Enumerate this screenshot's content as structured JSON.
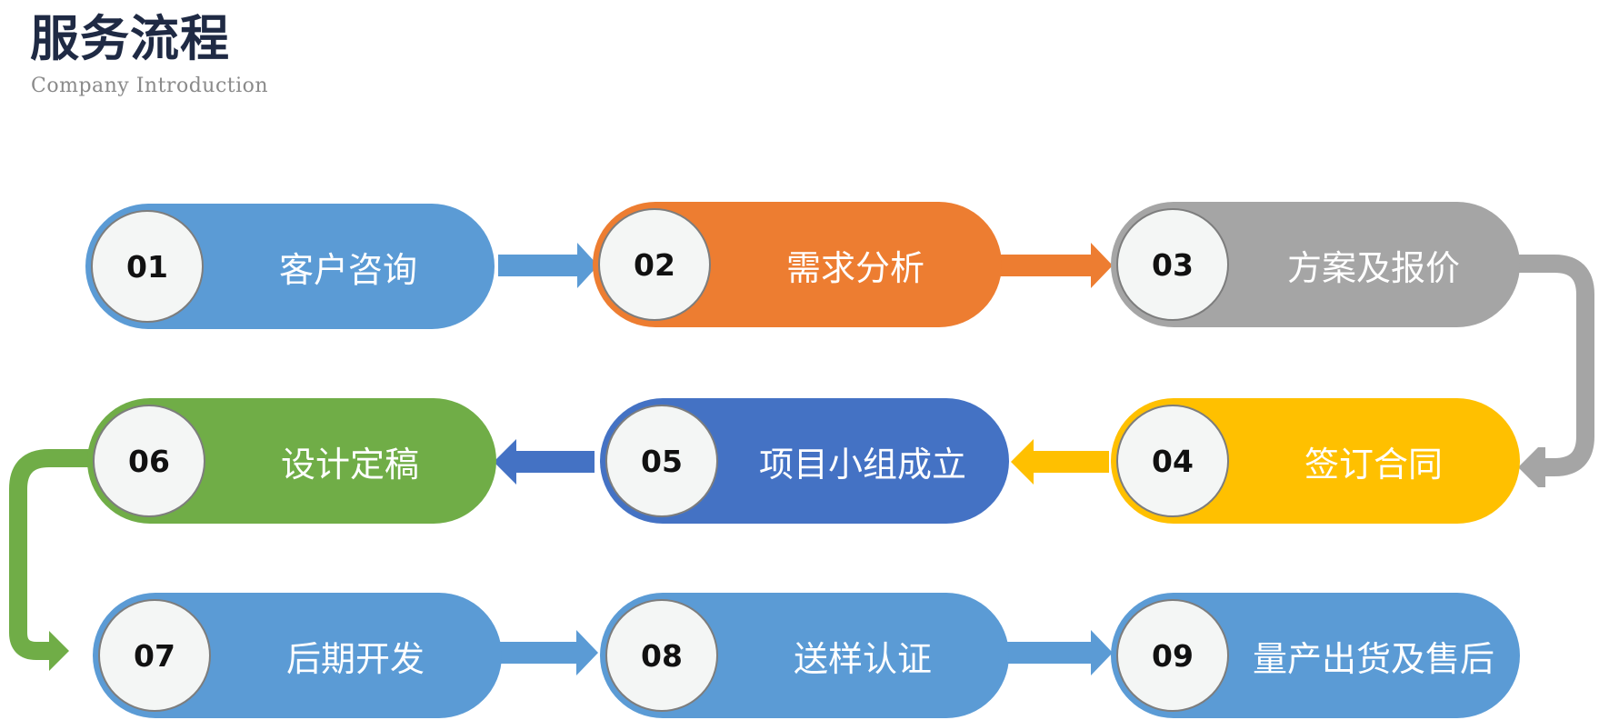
{
  "header": {
    "title": "服务流程",
    "subtitle": "Company Introduction"
  },
  "colors": {
    "blue": "#5b9bd5",
    "orange": "#ed7d31",
    "gray": "#a5a5a5",
    "yellow": "#ffc000",
    "darkblue": "#4472c4",
    "green": "#70ad47"
  },
  "steps": [
    {
      "number": "01",
      "label": "客户咨询"
    },
    {
      "number": "02",
      "label": "需求分析"
    },
    {
      "number": "03",
      "label": "方案及报价"
    },
    {
      "number": "04",
      "label": "签订合同"
    },
    {
      "number": "05",
      "label": "项目小组成立"
    },
    {
      "number": "06",
      "label": "设计定稿"
    },
    {
      "number": "07",
      "label": "后期开发"
    },
    {
      "number": "08",
      "label": "送样认证"
    },
    {
      "number": "09",
      "label": "量产出货及售后"
    }
  ]
}
